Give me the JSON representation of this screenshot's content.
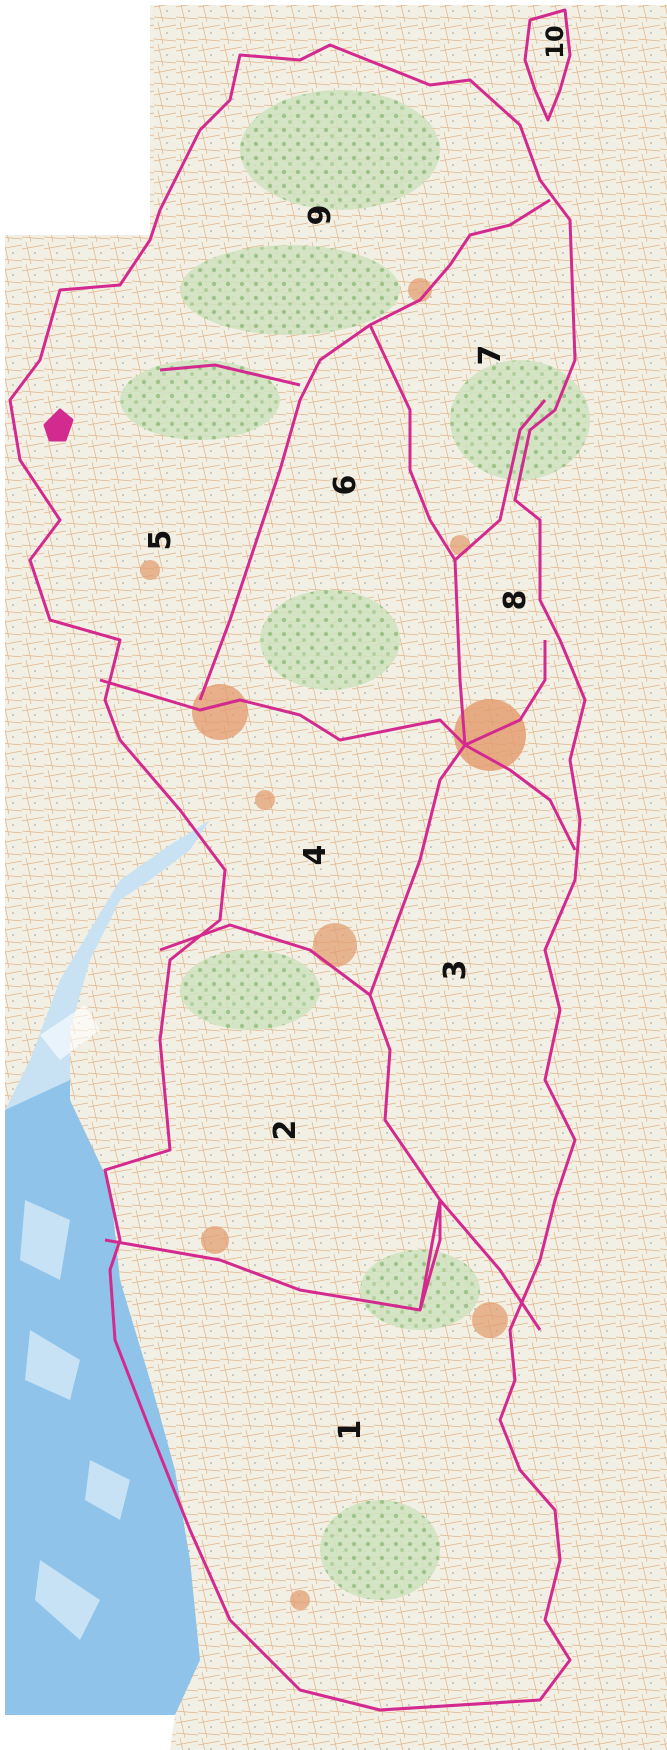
{
  "map": {
    "colors": {
      "sea": "#8fc3ea",
      "sea_light": "#c8e2f4",
      "land": "#f1f0e2",
      "forest": "#9cc48e",
      "urban": "#e39a6c",
      "boundary": "#d32a8f",
      "label": "#111111"
    },
    "zones": [
      {
        "id": "1",
        "label": "1"
      },
      {
        "id": "2",
        "label": "2"
      },
      {
        "id": "3",
        "label": "3"
      },
      {
        "id": "4",
        "label": "4"
      },
      {
        "id": "5",
        "label": "5"
      },
      {
        "id": "6",
        "label": "6"
      },
      {
        "id": "7",
        "label": "7"
      },
      {
        "id": "8",
        "label": "8"
      },
      {
        "id": "9",
        "label": "9"
      },
      {
        "id": "10",
        "label": "10"
      }
    ],
    "orientation": "rotated-90"
  }
}
